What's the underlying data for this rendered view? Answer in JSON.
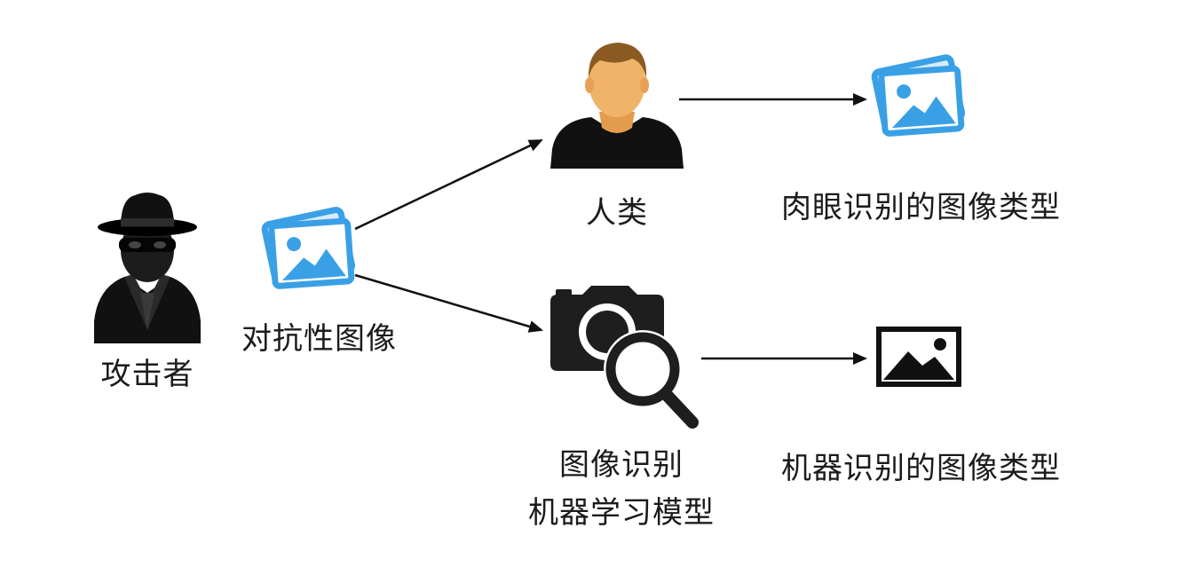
{
  "nodes": {
    "attacker": {
      "label": "攻击者",
      "icon": "spy-icon"
    },
    "adversarial_image": {
      "label": "对抗性图像",
      "icon": "image-stack-icon"
    },
    "human": {
      "label": "人类",
      "icon": "person-icon"
    },
    "human_result": {
      "label": "肉眼识别的图像类型",
      "icon": "image-stack-icon"
    },
    "model": {
      "label_line1": "图像识别",
      "label_line2": "机器学习模型",
      "icon": "camera-search-icon"
    },
    "model_result": {
      "label": "机器识别的图像类型",
      "icon": "picture-icon"
    }
  },
  "edges": [
    {
      "from": "adversarial_image",
      "to": "human"
    },
    {
      "from": "adversarial_image",
      "to": "model"
    },
    {
      "from": "human",
      "to": "human_result"
    },
    {
      "from": "model",
      "to": "model_result"
    }
  ],
  "colors": {
    "image_blue": "#3aa0e6",
    "image_blue_light": "#d6ecfb",
    "text": "#1b1b1b",
    "icon_dark": "#1e1e1e",
    "skin": "#f0b36a"
  }
}
